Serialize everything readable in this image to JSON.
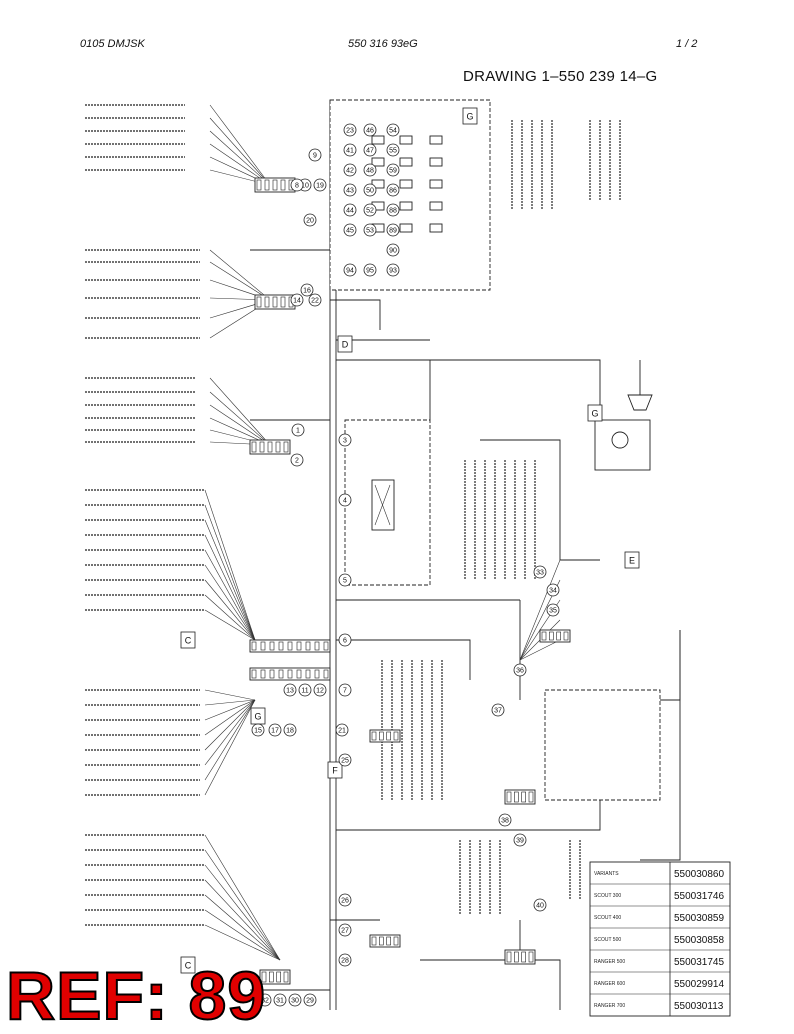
{
  "header": {
    "left": "0105 DMJSK",
    "center": "550 316 93eG",
    "right": "1 /  2"
  },
  "drawing_title": "DRAWING 1–550 239 14–G",
  "ref_label": "REF: 89",
  "section_labels": [
    "G",
    "D",
    "C",
    "G",
    "F",
    "E",
    "C",
    "G"
  ],
  "balloons": [
    "9",
    "10",
    "19",
    "8",
    "20",
    "16",
    "14",
    "22",
    "23",
    "41",
    "42",
    "43",
    "44",
    "45",
    "46",
    "47",
    "48",
    "50",
    "52",
    "53",
    "54",
    "55",
    "59",
    "86",
    "88",
    "89",
    "90",
    "93",
    "94",
    "95",
    "1",
    "2",
    "3",
    "4",
    "5",
    "6",
    "7",
    "11",
    "12",
    "13",
    "15",
    "17",
    "18",
    "21",
    "25",
    "26",
    "27",
    "28",
    "29",
    "30",
    "31",
    "32",
    "33",
    "34",
    "35",
    "36",
    "37",
    "38",
    "39",
    "40"
  ],
  "table_rows": [
    {
      "label": "VARIANTS",
      "value": "550030860"
    },
    {
      "label": "SCOUT 300",
      "value": "550031746"
    },
    {
      "label": "SCOUT 400",
      "value": "550030859"
    },
    {
      "label": "SCOUT 500",
      "value": "550030858"
    },
    {
      "label": "RANGER 500",
      "value": "550031745"
    },
    {
      "label": "RANGER 600",
      "value": "550029914"
    },
    {
      "label": "RANGER 700",
      "value": "550030113"
    }
  ]
}
